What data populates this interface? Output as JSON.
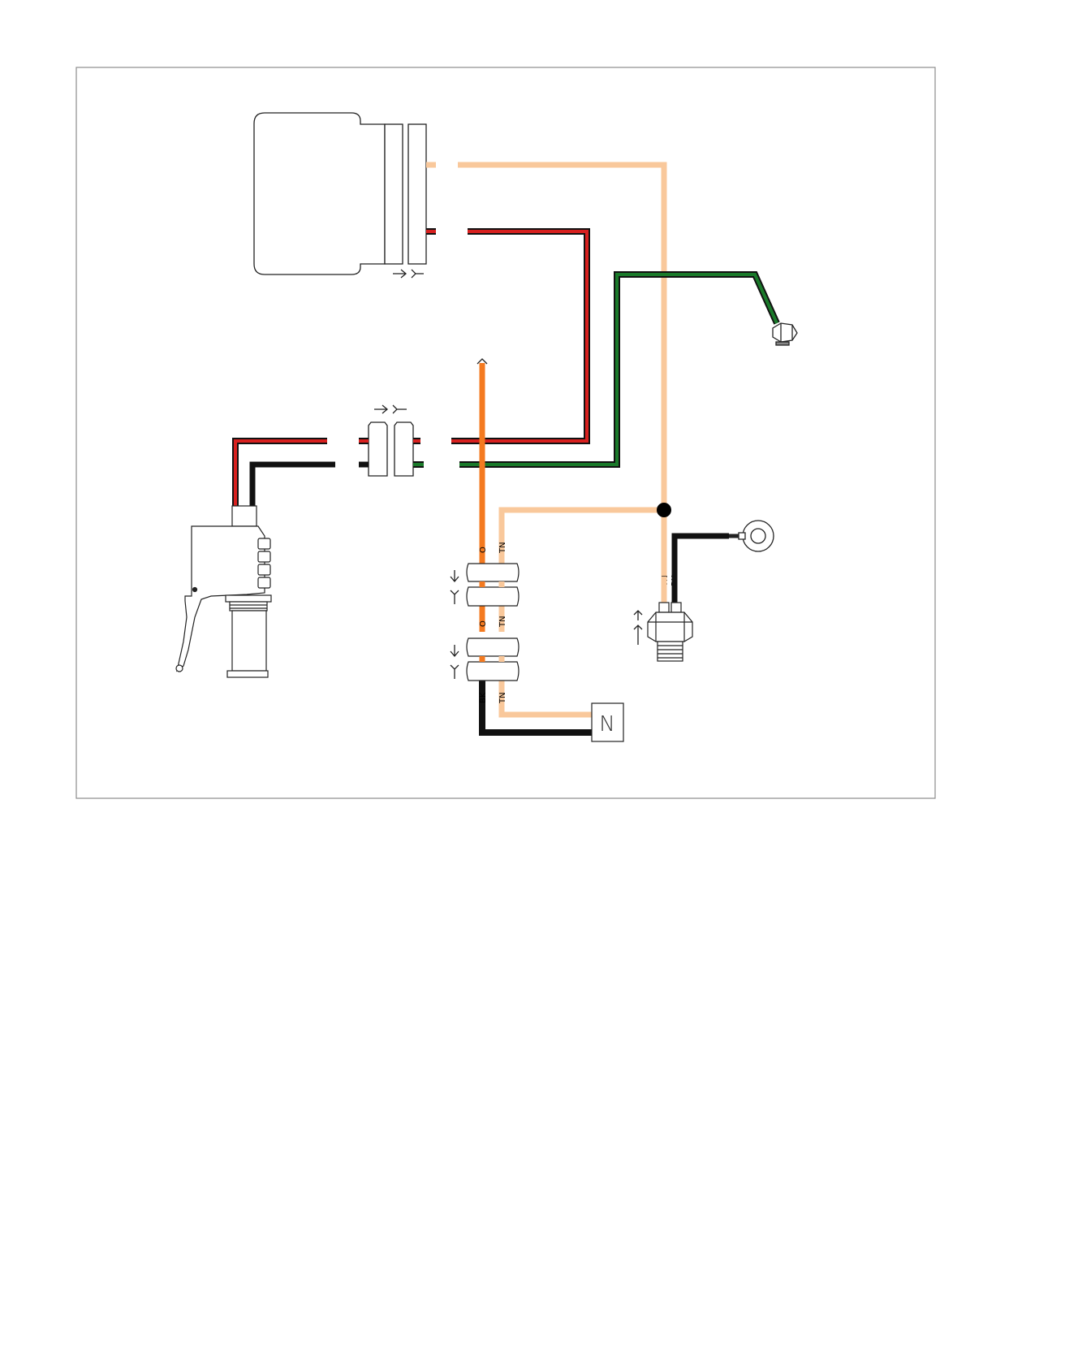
{
  "colors": {
    "tan": "#f9c89b",
    "red": "#d8201f",
    "green": "#1a7a2a",
    "black": "#111111",
    "orange": "#f47a20",
    "frame": "#8c8c8c",
    "outline": "#222222"
  },
  "wires": {
    "orange_label": "O",
    "tan_label": "TN",
    "black_label": "BK"
  },
  "components": {
    "neutral_switch_letter": "N",
    "module_icon": "module-box-icon",
    "hand_lever_icon": "clutch-lever-switch-icon",
    "ground_bolt_icon": "ground-bolt-icon",
    "ring_terminal_icon": "ring-terminal-icon",
    "pressure_sender_icon": "oil-pressure-sender-icon"
  }
}
